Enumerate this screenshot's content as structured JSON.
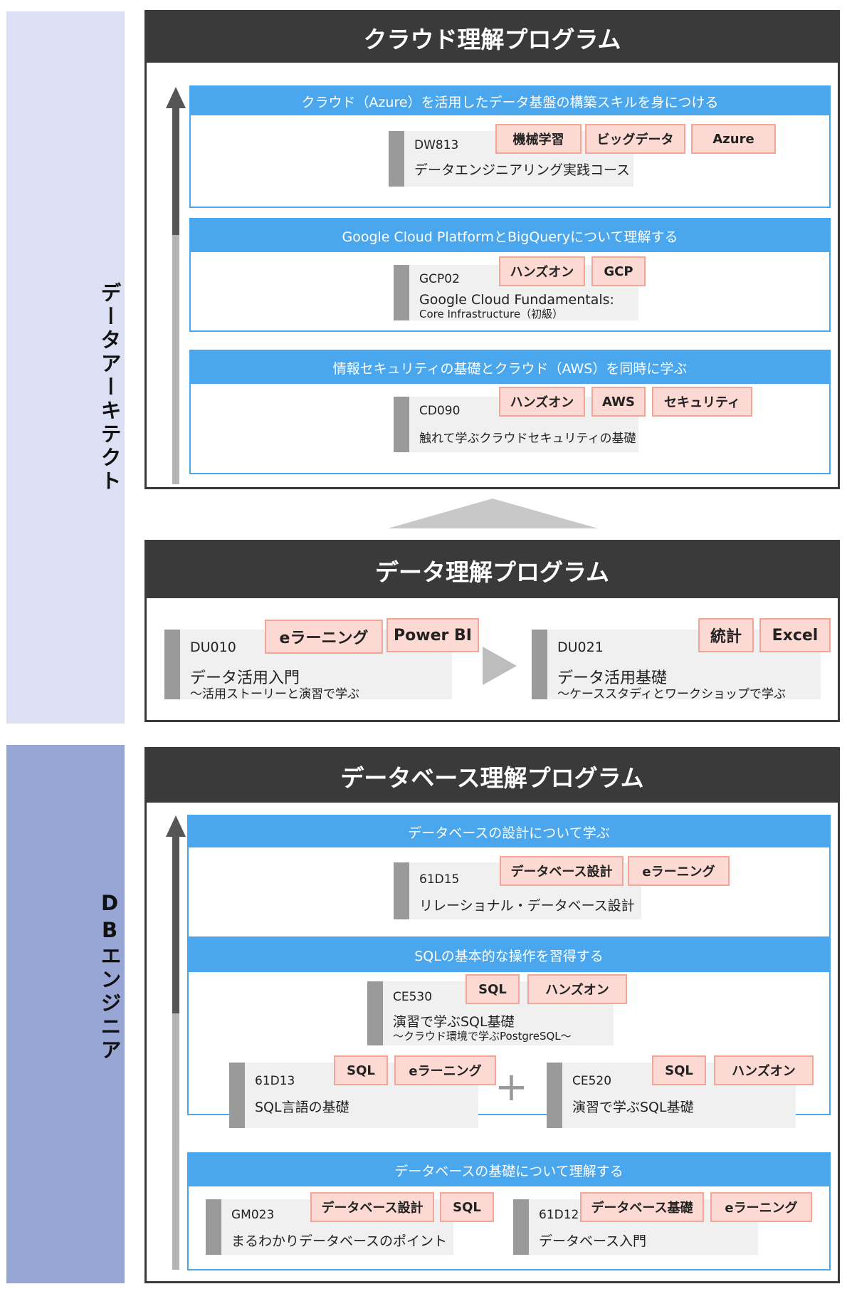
{
  "roles": {
    "architect": "データアーキテクト",
    "db_engineer": "DBエンジニア"
  },
  "cloud": {
    "title": "クラウド理解プログラム",
    "goals": [
      {
        "heading": "クラウド（Azure）を活用したデータ基盤の構築スキルを身につける",
        "course": {
          "code": "DW813",
          "title": "データエンジニアリング実践コース"
        },
        "tags": [
          "機械学習",
          "ビッグデータ",
          "Azure"
        ]
      },
      {
        "heading": "Google Cloud PlatformとBigQueryについて理解する",
        "course": {
          "code": "GCP02",
          "title": "Google Cloud Fundamentals:",
          "subtitle": "Core Infrastructure（初級）"
        },
        "tags": [
          "ハンズオン",
          "GCP"
        ]
      },
      {
        "heading": "情報セキュリティの基礎とクラウド（AWS）を同時に学ぶ",
        "course": {
          "code": "CD090",
          "title": "触れて学ぶクラウドセキュリティの基礎"
        },
        "tags": [
          "ハンズオン",
          "AWS",
          "セキュリティ"
        ]
      }
    ]
  },
  "data": {
    "title": "データ理解プログラム",
    "courses": [
      {
        "code": "DU010",
        "title": "データ活用入門",
        "subtitle": "～活用ストーリーと演習で学ぶ",
        "tags": [
          "eラーニング",
          "Power BI"
        ]
      },
      {
        "code": "DU021",
        "title": "データ活用基礎",
        "subtitle": "～ケーススタディとワークショップで学ぶ",
        "tags": [
          "統計",
          "Excel"
        ]
      }
    ]
  },
  "db": {
    "title": "データベース理解プログラム",
    "goals": [
      {
        "heading": "データベースの設計について学ぶ",
        "course": {
          "code": "61D15",
          "title": "リレーショナル・データベース設計"
        },
        "tags": [
          "データベース設計",
          "eラーニング"
        ]
      },
      {
        "heading": "SQLの基本的な操作を習得する",
        "courses": [
          {
            "code": "CE530",
            "title": "演習で学ぶSQL基礎",
            "subtitle": "～クラウド環境で学ぶPostgreSQL～",
            "tags": [
              "SQL",
              "ハンズオン"
            ]
          },
          {
            "code": "61D13",
            "title": "SQL言語の基礎",
            "tags": [
              "SQL",
              "eラーニング"
            ]
          },
          {
            "code": "CE520",
            "title": "演習で学ぶSQL基礎",
            "tags": [
              "SQL",
              "ハンズオン"
            ]
          }
        ],
        "plus": "+"
      },
      {
        "heading": "データベースの基礎について理解する",
        "courses": [
          {
            "code": "GM023",
            "title": "まるわかりデータベースのポイント",
            "tags": [
              "データベース設計",
              "SQL"
            ]
          },
          {
            "code": "61D12",
            "title": "データベース入門",
            "tags": [
              "データベース基礎",
              "eラーニング"
            ]
          }
        ]
      }
    ]
  },
  "colors": {
    "header": "#3a3a3a",
    "goal_blue": "#4aa7ee",
    "tag_fill": "#fcd9d3",
    "tag_border": "#f3a597",
    "side_light": "#dbe0f4",
    "side_dark": "#97a6d4"
  },
  "icons": [
    "up-arrow-icon",
    "chevron-up-icon",
    "right-triangle-icon",
    "plus-icon"
  ]
}
